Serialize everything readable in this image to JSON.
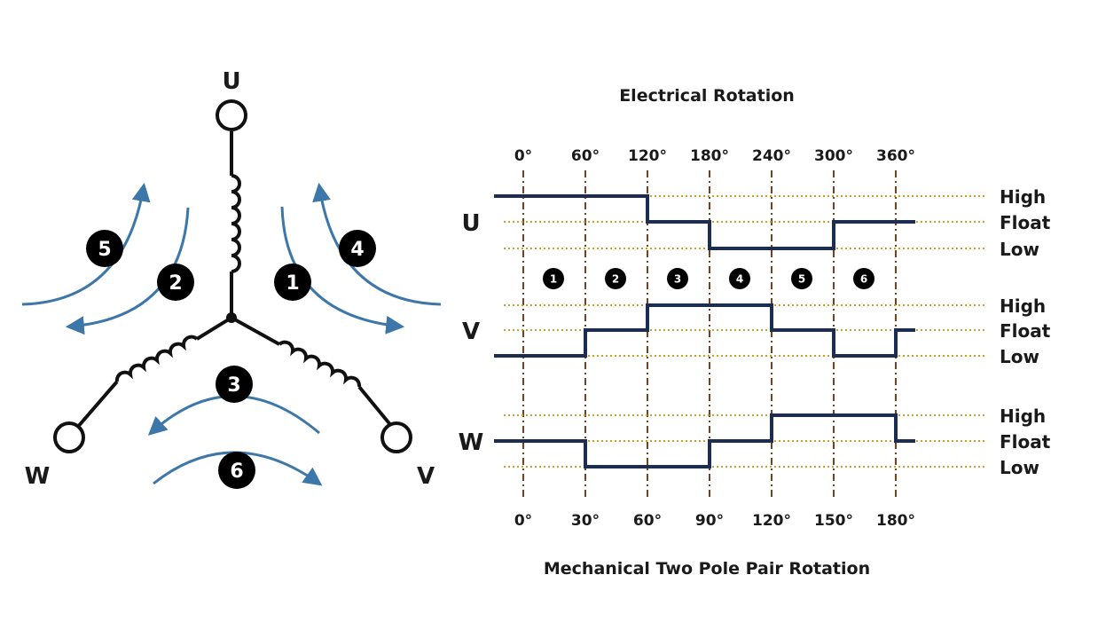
{
  "motor_diagram": {
    "terminals": [
      "U",
      "V",
      "W"
    ],
    "step_badges": [
      "1",
      "2",
      "3",
      "4",
      "5",
      "6"
    ],
    "colors": {
      "wire": "#111111",
      "arrow": "#3d76a8",
      "badge": "#000000"
    }
  },
  "timing_chart": {
    "title": "Electrical Rotation",
    "bottom_title": "Mechanical Two Pole Pair Rotation",
    "electrical_ticks": [
      "0°",
      "60°",
      "120°",
      "180°",
      "240°",
      "300°",
      "360°"
    ],
    "mechanical_ticks": [
      "0°",
      "30°",
      "60°",
      "90°",
      "120°",
      "150°",
      "180°"
    ],
    "step_labels": [
      "1",
      "2",
      "3",
      "4",
      "5",
      "6"
    ],
    "phases": [
      {
        "name": "U",
        "levels": [
          "High",
          "Float",
          "Low"
        ]
      },
      {
        "name": "V",
        "levels": [
          "High",
          "Float",
          "Low"
        ]
      },
      {
        "name": "W",
        "levels": [
          "High",
          "Float",
          "Low"
        ]
      }
    ],
    "colors": {
      "signal": "#1d2d4f",
      "grid_vertical": "#7a3f1d",
      "grid_levels": "#c9a227"
    }
  },
  "chart_data": {
    "type": "line",
    "title": "Electrical Rotation",
    "xlabel": "Mechanical Two Pole Pair Rotation",
    "x_electrical_deg": [
      0,
      60,
      120,
      180,
      240,
      300,
      360
    ],
    "x_mechanical_deg": [
      0,
      30,
      60,
      90,
      120,
      150,
      180
    ],
    "level_order": [
      "Low",
      "Float",
      "High"
    ],
    "series": [
      {
        "name": "U",
        "segment_levels": [
          "High",
          "High",
          "Float",
          "Low",
          "Low",
          "Float"
        ]
      },
      {
        "name": "V",
        "segment_levels": [
          "Low",
          "Float",
          "High",
          "High",
          "Float",
          "Low"
        ]
      },
      {
        "name": "W",
        "segment_levels": [
          "Float",
          "Low",
          "Low",
          "Float",
          "High",
          "High"
        ]
      }
    ]
  }
}
